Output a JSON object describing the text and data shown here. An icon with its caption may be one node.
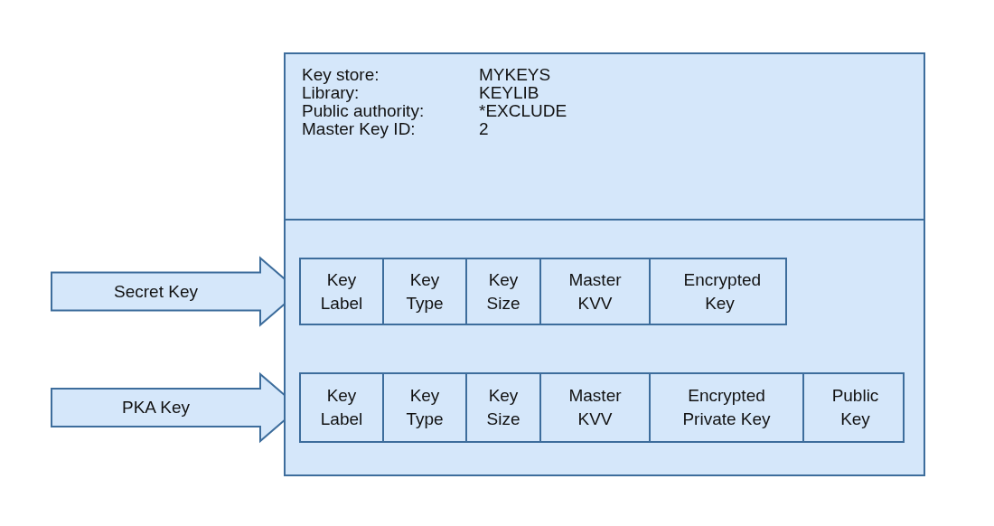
{
  "diagram": {
    "nodes": [
      {
        "text": [],
        "shape": "box"
      },
      {
        "text": [
          "Key store:",
          "MYKEYS",
          "Library:",
          "KEYLIB",
          "Public authority:",
          "*EXCLUDE",
          "Master Key ID:",
          "2"
        ],
        "in": 0
      },
      {
        "text": [],
        "shape": "box",
        "in": 0
      },
      {
        "text": [],
        "shape": "box",
        "in": 2
      },
      {
        "text": [
          "Key Label"
        ],
        "in": 3
      },
      {
        "text": [
          "Key Type"
        ],
        "in": 3
      },
      {
        "text": [
          "Key Size"
        ],
        "in": 3
      },
      {
        "text": [
          "Master KVV"
        ],
        "in": 3
      },
      {
        "text": [
          "Encrypted Key"
        ],
        "in": 3
      },
      {
        "text": [],
        "shape": "box",
        "in": 2
      },
      {
        "text": [
          "Key Label"
        ],
        "in": 9
      },
      {
        "text": [
          "Key Type"
        ],
        "in": 9
      },
      {
        "text": [
          "Key Size"
        ],
        "in": 9
      },
      {
        "text": [
          "Master KVV"
        ],
        "in": 9
      },
      {
        "text": [
          "Encrypted Private Key"
        ],
        "in": 9
      },
      {
        "text": [
          "Public Key"
        ],
        "in": 9
      }
    ],
    "edges": [
      {
        "from": null,
        "to": 3,
        "arrow": "to",
        "style": "thick",
        "label": "Secret Key"
      },
      {
        "from": null,
        "to": 9,
        "arrow": "to",
        "style": "thick",
        "label": "PKA Key"
      }
    ]
  }
}
